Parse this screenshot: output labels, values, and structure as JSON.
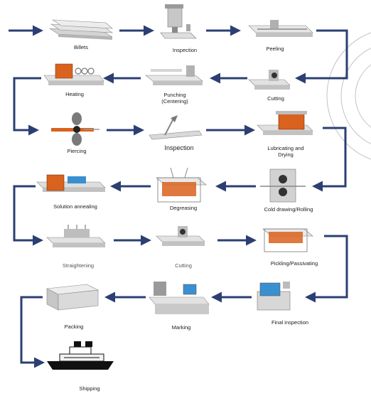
{
  "colors": {
    "flow_arrow": "#2b3f73",
    "machine_gray": "#c9c9c9",
    "hot_orange": "#d9621e",
    "screen_blue": "#3a8fd0"
  },
  "steps": [
    {
      "label": "Billets",
      "icon": "billets-icon"
    },
    {
      "label": "Inspection",
      "icon": "inspection-machine-icon"
    },
    {
      "label": "Peeling",
      "icon": "peeling-machine-icon"
    },
    {
      "label": "Cutting",
      "icon": "cutting-machine-icon"
    },
    {
      "label": "Punching\n(Centering)",
      "icon": "punching-machine-icon"
    },
    {
      "label": "Heating",
      "icon": "heating-furnace-icon"
    },
    {
      "label": "Piercing",
      "icon": "piercing-mill-icon"
    },
    {
      "label": "Inspection",
      "icon": "tube-inspection-icon"
    },
    {
      "label": "Lubricating and\nDrying",
      "icon": "lubricating-tank-icon"
    },
    {
      "label": "Cold drawing/Rolling",
      "icon": "cold-drawing-mill-icon"
    },
    {
      "label": "Degreasing",
      "icon": "degreasing-tank-icon"
    },
    {
      "label": "Solution annealing",
      "icon": "annealing-furnace-icon"
    },
    {
      "label": "Straightening",
      "icon": "straightening-machine-icon"
    },
    {
      "label": "Cutting",
      "icon": "cutting-machine-icon"
    },
    {
      "label": "Pickling/Passivating",
      "icon": "pickling-tank-icon"
    },
    {
      "label": "Final inspection",
      "icon": "final-inspection-station-icon"
    },
    {
      "label": "Marking",
      "icon": "marking-machine-icon"
    },
    {
      "label": "Packing",
      "icon": "packing-crate-icon"
    },
    {
      "label": "Shipping",
      "icon": "cargo-ship-icon"
    }
  ]
}
